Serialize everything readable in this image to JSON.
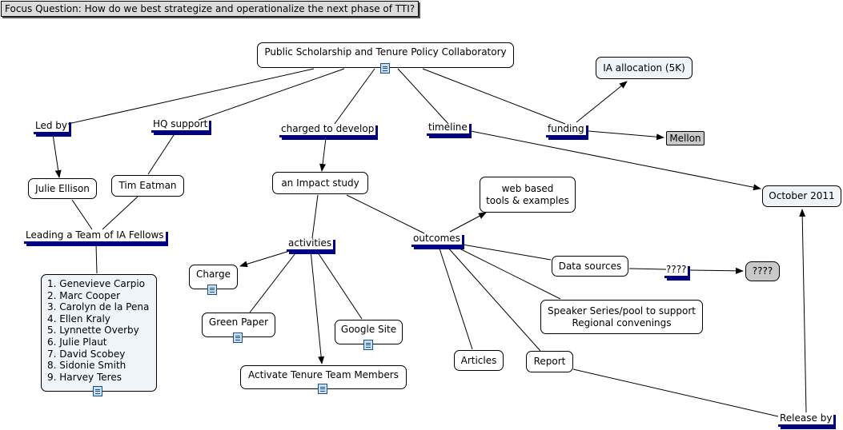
{
  "focus_question": "Focus Question: How do we best strategize and operationalize the next phase of TTI?",
  "concepts": {
    "collaboratory": "Public Scholarship and Tenure Policy Collaboratory",
    "ia_allocation": "IA allocation (5K)",
    "mellon": "Mellon",
    "october": "October 2011",
    "julie_ellison": "Julie Ellison",
    "tim_eatman": "Tim Eatman",
    "impact_study": "an Impact study",
    "web_tools_line1": "web based",
    "web_tools_line2": "tools & examples",
    "charge": "Charge",
    "data_sources": "Data sources",
    "unknown": "????",
    "green_paper": "Green Paper",
    "google_site": "Google Site",
    "speaker_line1": "Speaker Series/pool to support",
    "speaker_line2": "Regional convenings",
    "articles": "Articles",
    "report": "Report",
    "activate": "Activate Tenure Team Members"
  },
  "fellows": [
    "1. Genevieve Carpio",
    "2. Marc Cooper",
    "3. Carolyn de la Pena",
    "4. Ellen Kraly",
    "5. Lynnette Overby",
    "6. Julie Plaut",
    "7. David Scobey",
    "8. Sidonie Smith",
    "9. Harvey Teres"
  ],
  "links": {
    "led_by": "Led by",
    "hq_support": "HQ support",
    "charged_to_develop": "charged to develop",
    "timeline": "timeline",
    "funding": "funding",
    "leading_team": "Leading a Team of IA Fellows",
    "activities": "activities",
    "outcomes": "outcomes",
    "unknown_link": "????",
    "release_by": "Release by"
  },
  "colors": {
    "link_underline": "#000080",
    "node_blue_fill": "#eef4f8",
    "node_grey_fill": "#c9c9c9",
    "focus_fill": "#dcdcdc"
  }
}
